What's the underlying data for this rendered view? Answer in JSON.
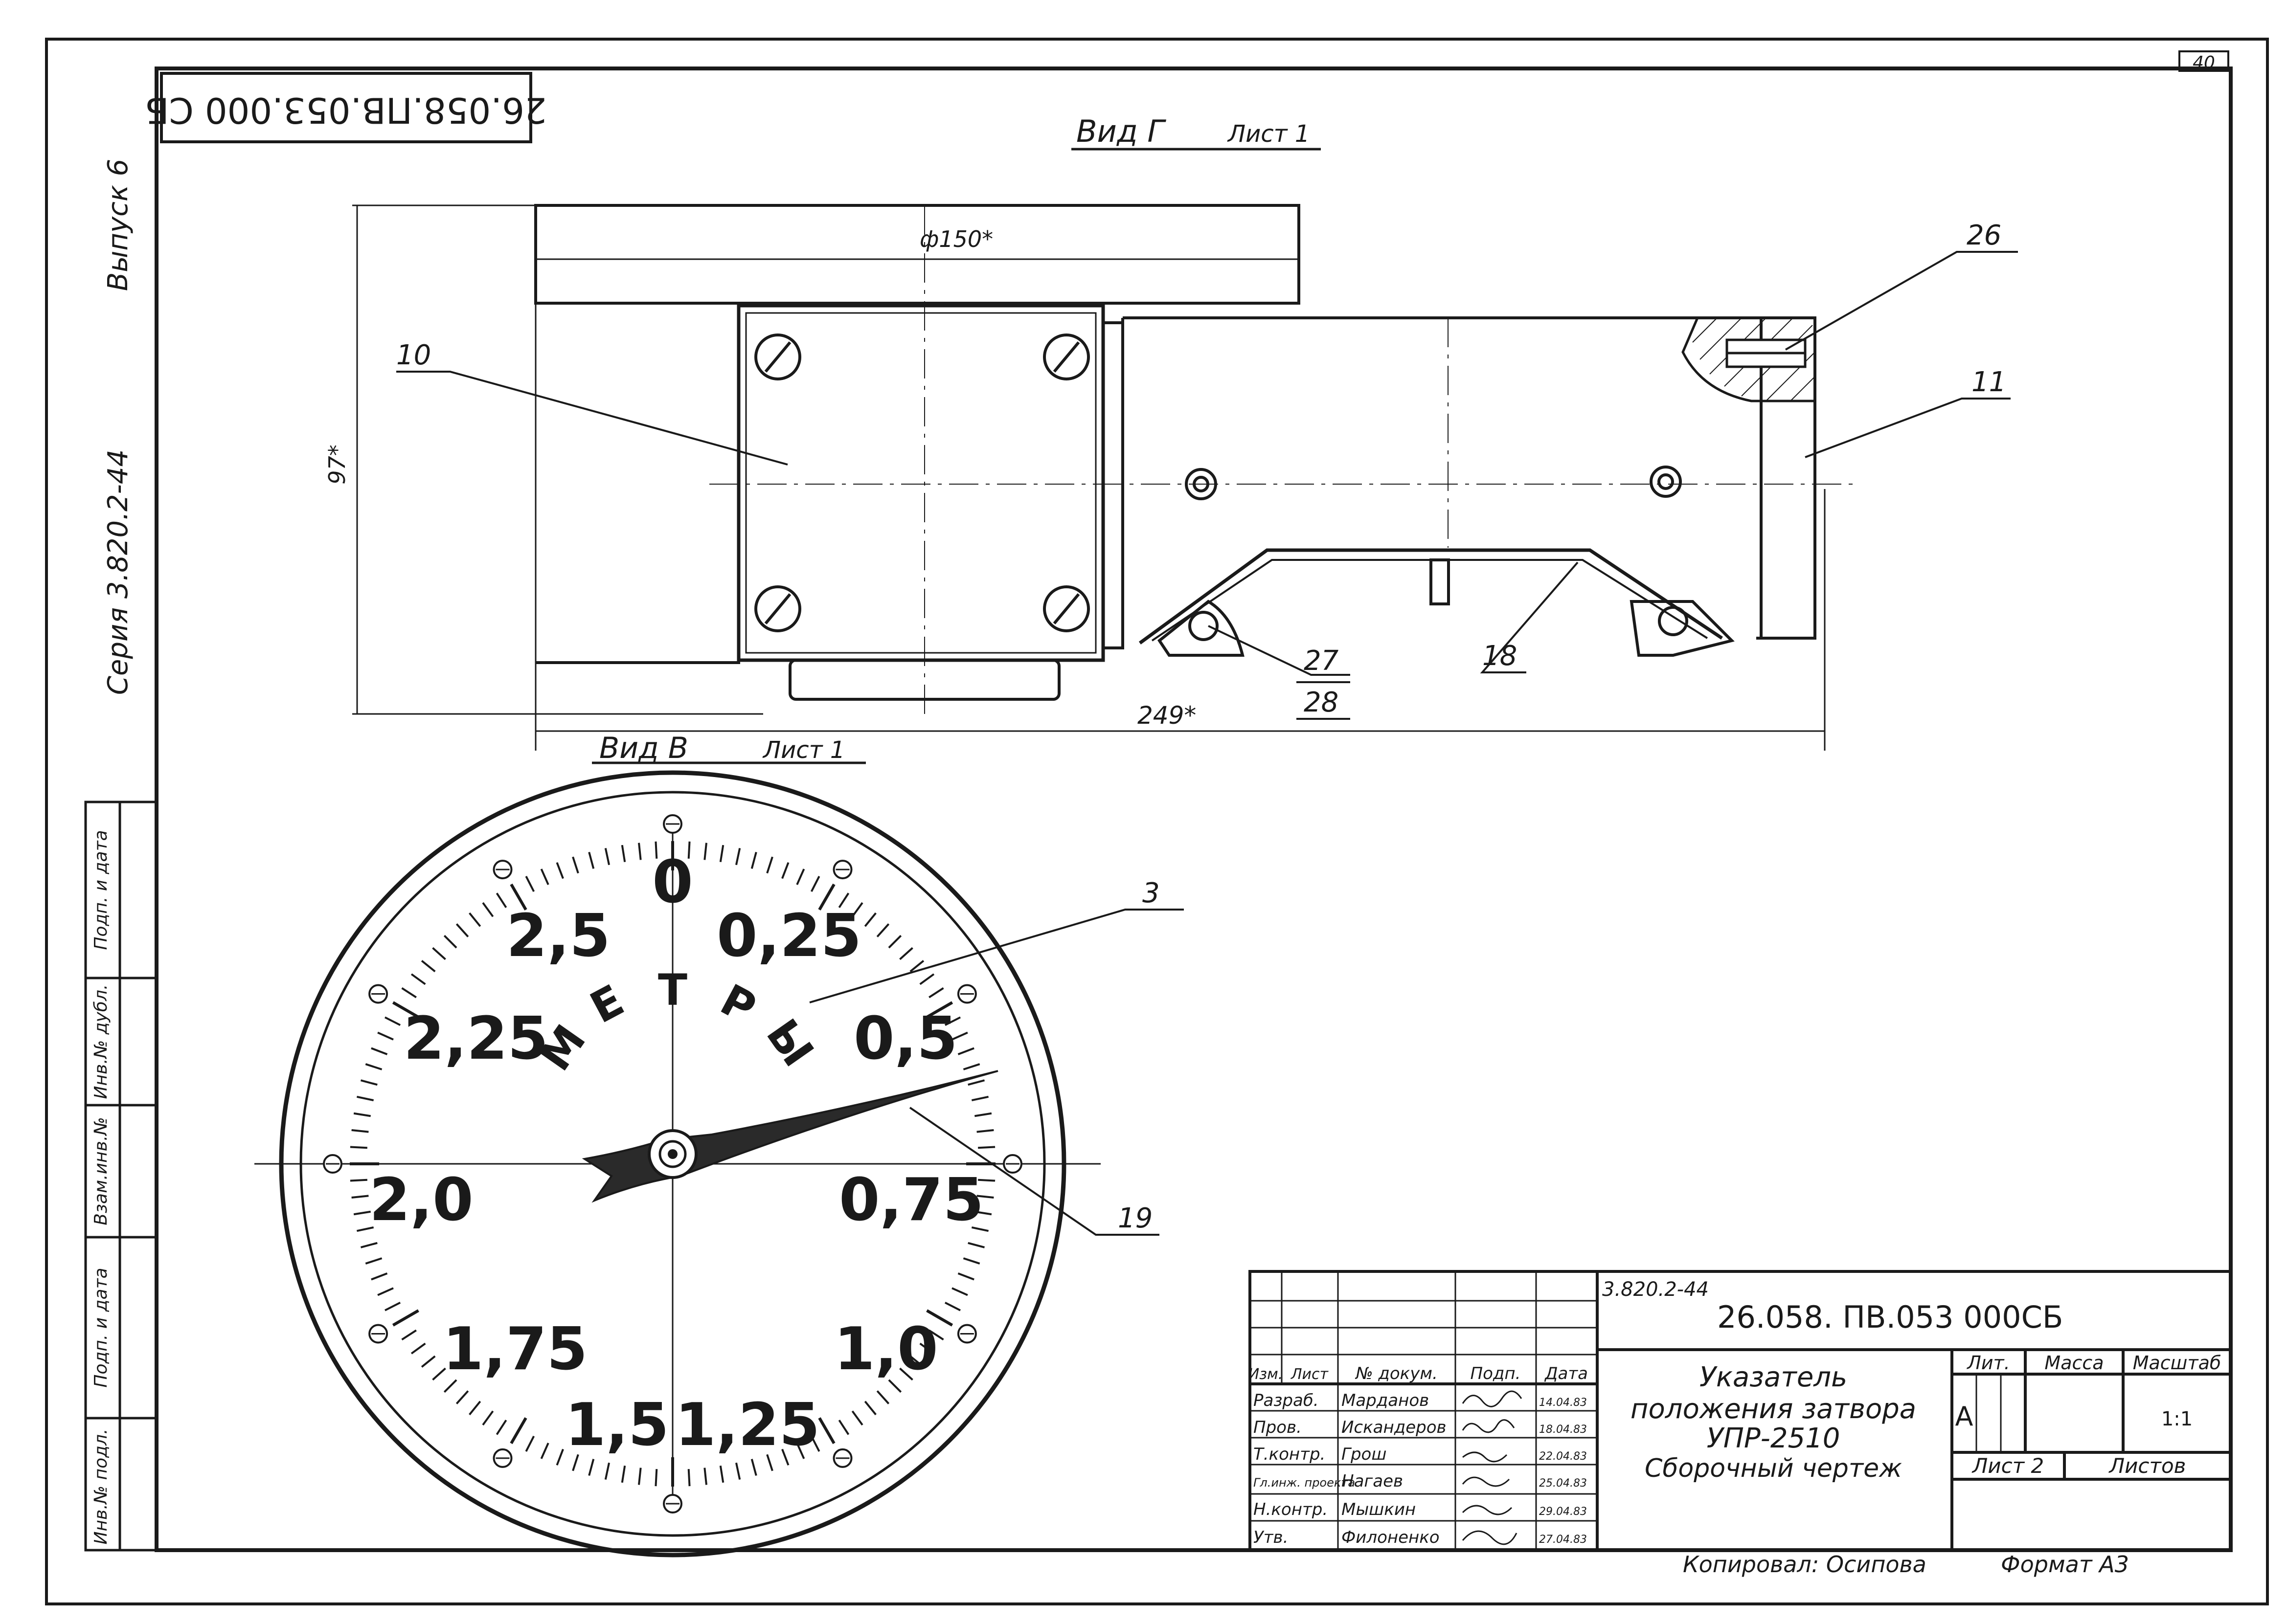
{
  "sheet": {
    "page_number": "40",
    "series_label": "Серия  3.820.2-44",
    "issue_label": "Выпуск 6",
    "inverted_code": "26.058.ПВ.053.000 СБ"
  },
  "side_stamp": {
    "rows": [
      "Инв.№ подл.",
      "Подп. и дата",
      "Взам.инв.№",
      "Инв.№ дубл.",
      "Подп. и дата"
    ]
  },
  "view_g": {
    "title": "Вид  Г",
    "sheet_ref": "Лист 1",
    "dim_diameter": "ф150*",
    "dim_height": "97*",
    "dim_length": "249*",
    "callouts": {
      "c10": "10",
      "c11": "11",
      "c18": "18",
      "c26": "26",
      "c27": "27",
      "c28": "28"
    }
  },
  "view_v": {
    "title": "Вид  В",
    "sheet_ref": "Лист 1",
    "dial_word": [
      "М",
      "Е",
      "Т",
      "Р",
      "Ы"
    ],
    "labels": {
      "l0": "0",
      "l025": "0,25",
      "l05": "0,5",
      "l075": "0,75",
      "l10": "1,0",
      "l125": "1,25",
      "l15": "1,5",
      "l175": "1,75",
      "l20": "2,0",
      "l225": "2,25",
      "l25": "2,5"
    },
    "callouts": {
      "c3": "3",
      "c19": "19"
    }
  },
  "title_block": {
    "series_code": "3.820.2-44",
    "doc_code": "26.058. ПВ.053 000СБ",
    "name_lines": [
      "Указатель",
      "положения затвора",
      "УПР-2510",
      "Сборочный  чертеж"
    ],
    "headers": {
      "izm": "Изм.",
      "list": "Лист",
      "doc": "№ докум.",
      "sign": "Подп.",
      "date": "Дата"
    },
    "people": [
      {
        "role": "Разраб.",
        "name": "Марданов",
        "date": "14.04.83"
      },
      {
        "role": "Пров.",
        "name": "Искандеров",
        "date": "18.04.83"
      },
      {
        "role": "Т.контр.",
        "name": "Грош",
        "date": "22.04.83"
      },
      {
        "role": "Гл.инж. проекта",
        "name": "Нагаев",
        "date": "25.04.83"
      },
      {
        "role": "Н.контр.",
        "name": "Мышкин",
        "date": "29.04.83"
      },
      {
        "role": "Утв.",
        "name": "Филоненко",
        "date": "27.04.83"
      }
    ],
    "lit_label": "Лит.",
    "mass_label": "Масса",
    "scale_label": "Масштаб",
    "lit_value": "А",
    "scale_value": "1:1",
    "sheet_label": "Лист 2",
    "sheets_label": "Листов",
    "copied_by": "Копировал:   Осипова",
    "format_label": "Формат  А3"
  }
}
